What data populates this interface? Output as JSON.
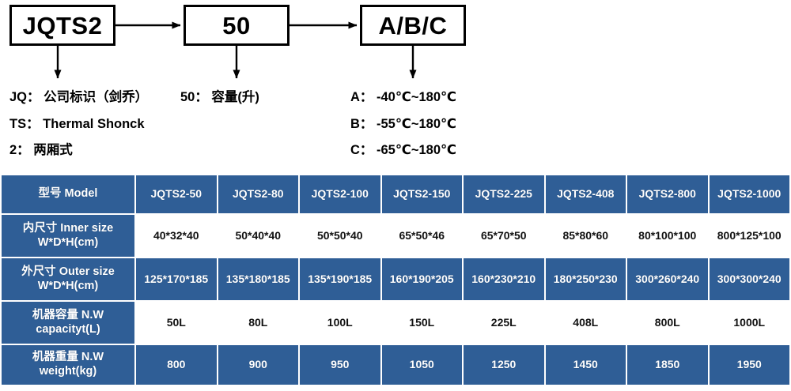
{
  "diagram": {
    "boxes": [
      {
        "name": "model-code",
        "label": "JQTS2"
      },
      {
        "name": "volume-code",
        "label": "50"
      },
      {
        "name": "temperature-code",
        "label": "A/B/C"
      }
    ],
    "legend_left": [
      "JQ： 公司标识（剑乔）",
      "TS： Thermal Shonck",
      "2： 两厢式"
    ],
    "legend_mid": [
      "50： 容量(升)"
    ],
    "legend_right": [
      "A： -40℃~180℃",
      "B： -55℃~180℃",
      "C： -65℃~180℃"
    ]
  },
  "colors": {
    "table_blue": "#2f5e96",
    "table_white": "#ffffff",
    "diagram_line": "#000000"
  },
  "table": {
    "row_header_label": "型号 Model",
    "models": [
      "JQTS2-50",
      "JQTS2-80",
      "JQTS2-100",
      "JQTS2-150",
      "JQTS2-225",
      "JQTS2-408",
      "JQTS2-800",
      "JQTS2-1000"
    ],
    "rows": [
      {
        "label_line1": "内尺寸 Inner size",
        "label_line2": "W*D*H(cm)",
        "style": "white",
        "values": [
          "40*32*40",
          "50*40*40",
          "50*50*40",
          "65*50*46",
          "65*70*50",
          "85*80*60",
          "80*100*100",
          "800*125*100"
        ]
      },
      {
        "label_line1": "外尺寸 Outer size",
        "label_line2": "W*D*H(cm)",
        "style": "blue",
        "values": [
          "125*170*185",
          "135*180*185",
          "135*190*185",
          "160*190*205",
          "160*230*210",
          "180*250*230",
          "300*260*240",
          "300*300*240"
        ]
      },
      {
        "label_line1": "机器容量 N.W",
        "label_line2": "capacityt(L)",
        "style": "white",
        "values": [
          "50L",
          "80L",
          "100L",
          "150L",
          "225L",
          "408L",
          "800L",
          "1000L"
        ]
      },
      {
        "label_line1": "机器重量 N.W",
        "label_line2": "weight(kg)",
        "style": "blue",
        "values": [
          "800",
          "900",
          "950",
          "1050",
          "1250",
          "1450",
          "1850",
          "1950"
        ]
      }
    ]
  }
}
